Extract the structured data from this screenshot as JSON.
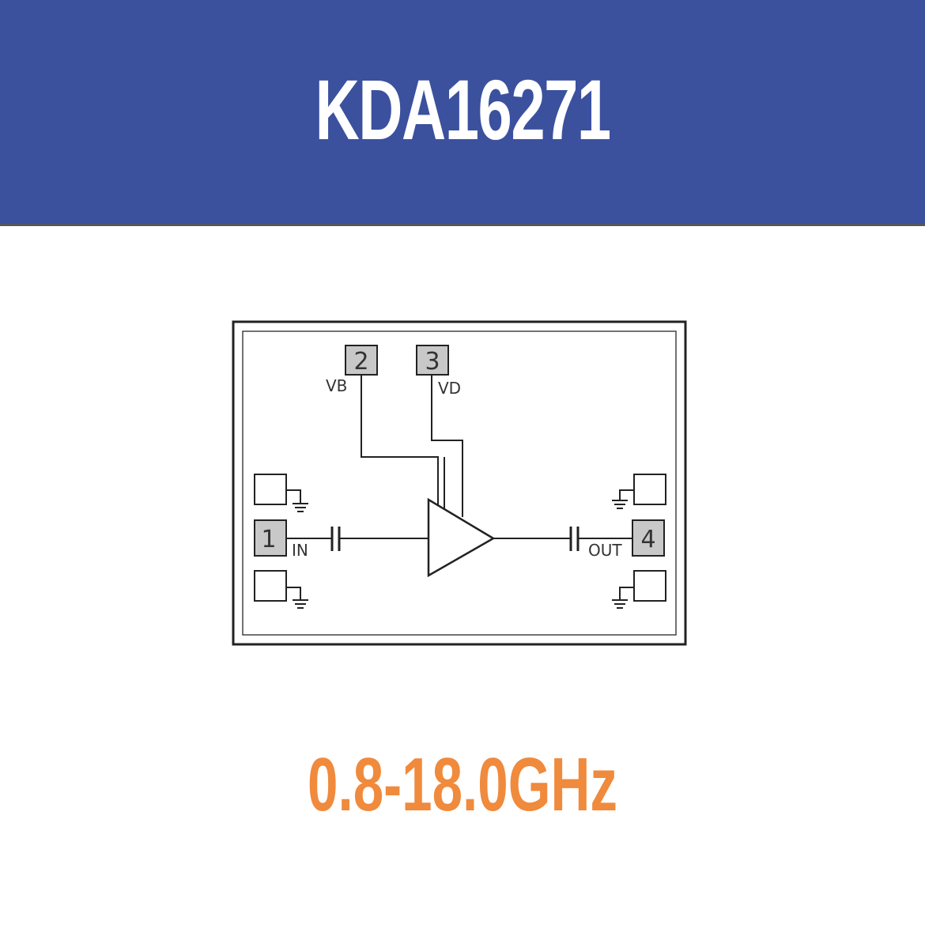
{
  "header": {
    "title": "KDA16271",
    "background": "#3b519e"
  },
  "diagram": {
    "pins": [
      {
        "number": "1",
        "label": "IN"
      },
      {
        "number": "2",
        "label": "VB"
      },
      {
        "number": "3",
        "label": "VD"
      },
      {
        "number": "4",
        "label": "OUT"
      }
    ],
    "icons": [
      "amplifier-triangle-icon",
      "capacitor-icon",
      "ground-icon"
    ],
    "pin_fill": "#c8c8c8"
  },
  "footer": {
    "frequency": "0.8-18.0GHz",
    "color": "#f08a3c"
  }
}
